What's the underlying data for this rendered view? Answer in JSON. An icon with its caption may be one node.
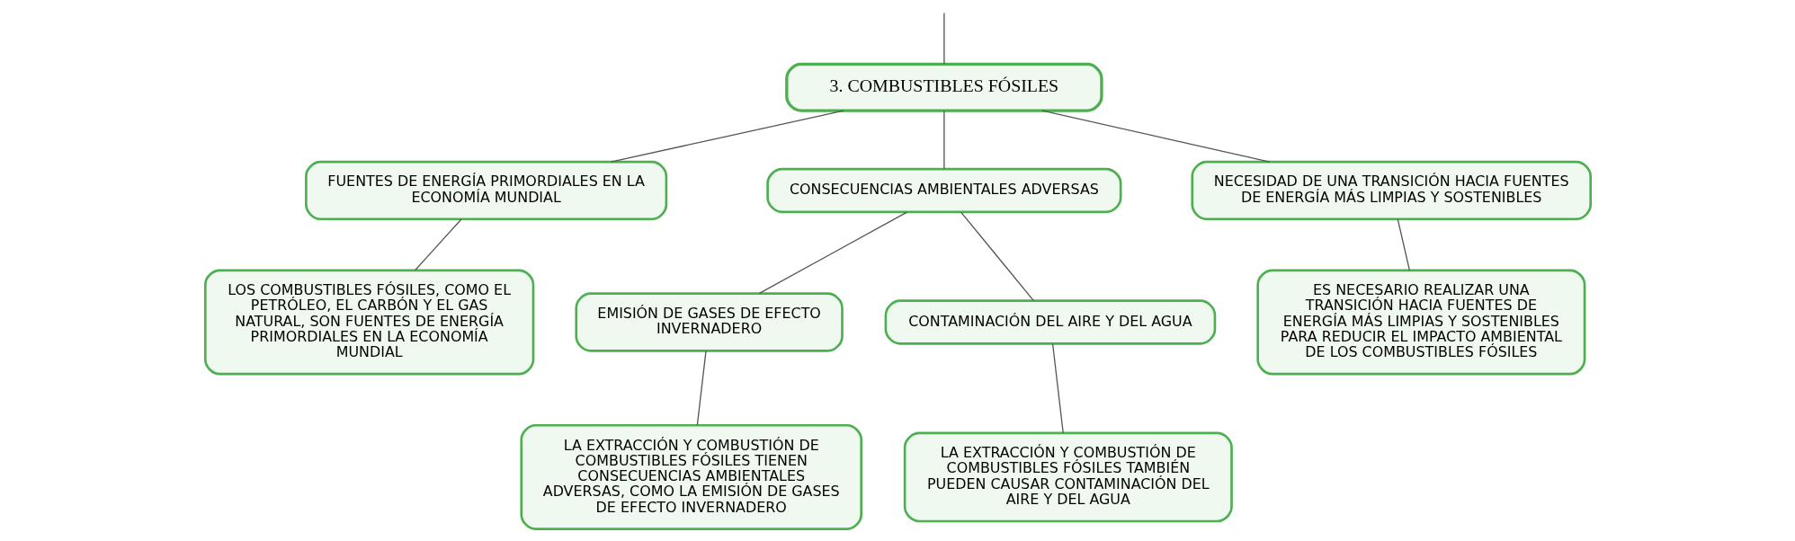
{
  "diagram": {
    "nodes": [
      {
        "text": [
          "3. COMBUSTIBLES FÓSILES"
        ]
      },
      {
        "text": [
          "FUENTES DE ENERGÍA PRIMORDIALES EN LA ECONOMÍA MUNDIAL"
        ]
      },
      {
        "text": [
          "LOS COMBUSTIBLES FÓSILES, COMO EL PETRÓLEO, EL CARBÓN Y EL GAS NATURAL, SON FUENTES DE ENERGÍA PRIMORDIALES EN LA ECONOMÍA MUNDIAL"
        ]
      },
      {
        "text": [
          "CONSECUENCIAS AMBIENTALES ADVERSAS"
        ]
      },
      {
        "text": [
          "EMISIÓN DE GASES DE EFECTO INVERNADERO"
        ]
      },
      {
        "text": [
          "LA EXTRACCIÓN Y COMBUSTIÓN DE COMBUSTIBLES FÓSILES TIENEN CONSECUENCIAS AMBIENTALES ADVERSAS, COMO LA EMISIÓN DE GASES DE EFECTO INVERNADERO"
        ]
      },
      {
        "text": [
          "CONTAMINACIÓN DEL AIRE Y DEL AGUA"
        ]
      },
      {
        "text": [
          "LA EXTRACCIÓN Y COMBUSTIÓN DE COMBUSTIBLES FÓSILES TAMBIÉN PUEDEN CAUSAR CONTAMINACIÓN DEL AIRE Y DEL AGUA"
        ]
      },
      {
        "text": [
          "NECESIDAD DE UNA TRANSICIÓN HACIA FUENTES DE ENERGÍA MÁS LIMPIAS Y SOSTENIBLES"
        ]
      },
      {
        "text": [
          "ES NECESARIO REALIZAR UNA TRANSICIÓN HACIA FUENTES DE ENERGÍA MÁS LIMPIAS Y SOSTENIBLES PARA REDUCIR EL IMPACTO AMBIENTAL DE LOS COMBUSTIBLES FÓSILES"
        ]
      }
    ],
    "edges": [
      {
        "from": null,
        "to": 0,
        "arrow": "none"
      },
      {
        "from": 0,
        "to": 1,
        "arrow": "none"
      },
      {
        "from": 1,
        "to": 2,
        "arrow": "none"
      },
      {
        "from": 0,
        "to": 3,
        "arrow": "none"
      },
      {
        "from": 3,
        "to": 4,
        "arrow": "none"
      },
      {
        "from": 4,
        "to": 5,
        "arrow": "none"
      },
      {
        "from": 3,
        "to": 6,
        "arrow": "none"
      },
      {
        "from": 6,
        "to": 7,
        "arrow": "none"
      },
      {
        "from": 0,
        "to": 8,
        "arrow": "none"
      },
      {
        "from": 8,
        "to": 9,
        "arrow": "none"
      }
    ]
  }
}
